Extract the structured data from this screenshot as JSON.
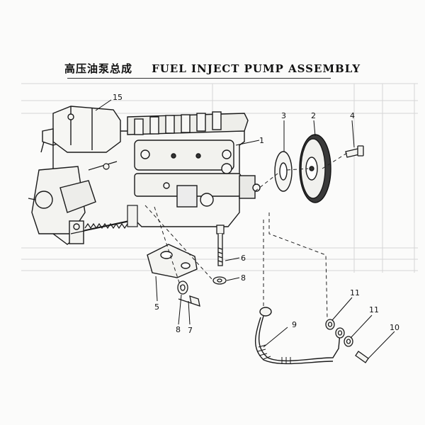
{
  "title": {
    "chinese": "高压油泵总成",
    "english": "FUEL INJECT PUMP ASSEMBLY"
  },
  "callouts": [
    "1",
    "2",
    "3",
    "4",
    "5",
    "6",
    "7",
    "8",
    "8",
    "9",
    "10",
    "11",
    "11",
    "15"
  ]
}
